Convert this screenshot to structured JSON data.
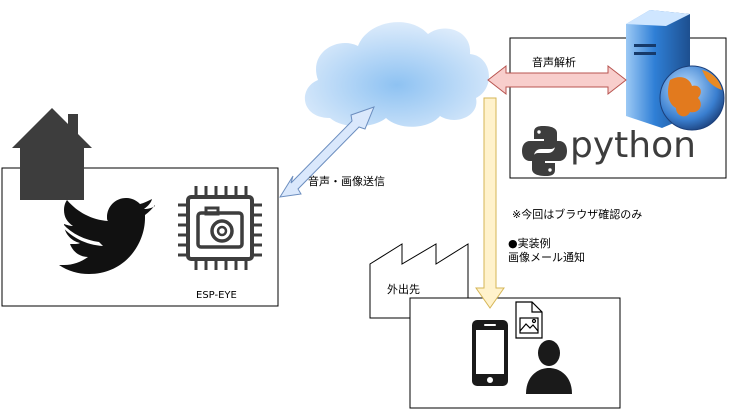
{
  "labels": {
    "voice_analysis": "音声解析",
    "voice_image_send": "音声・画像送信",
    "browser_note": "※今回はブラウザ確認のみ",
    "impl_example_line1": "●実装例",
    "impl_example_line2": "画像メール通知",
    "outing": "外出先",
    "esp_eye": "ESP-EYE",
    "python_logo_text": "python"
  },
  "colors": {
    "cloud_fill": "#dae8fc",
    "cloud_inner": "#7fb6ec",
    "arrow_blue_fill": "#dae8fc",
    "arrow_blue_stroke": "#6c8ebf",
    "arrow_red_fill": "#f8cecc",
    "arrow_red_stroke": "#b85450",
    "arrow_yellow_fill": "#fff2cc",
    "arrow_yellow_stroke": "#d6b656",
    "icon_dark": "#3d3d3d",
    "server_blue": "#2f7fd6"
  },
  "icons": [
    "house-icon",
    "twitter-bird-icon",
    "camera-chip-icon",
    "factory-icon",
    "smartphone-icon",
    "image-file-icon",
    "person-icon",
    "server-icon",
    "globe-icon",
    "python-logo-icon",
    "cloud-icon"
  ]
}
